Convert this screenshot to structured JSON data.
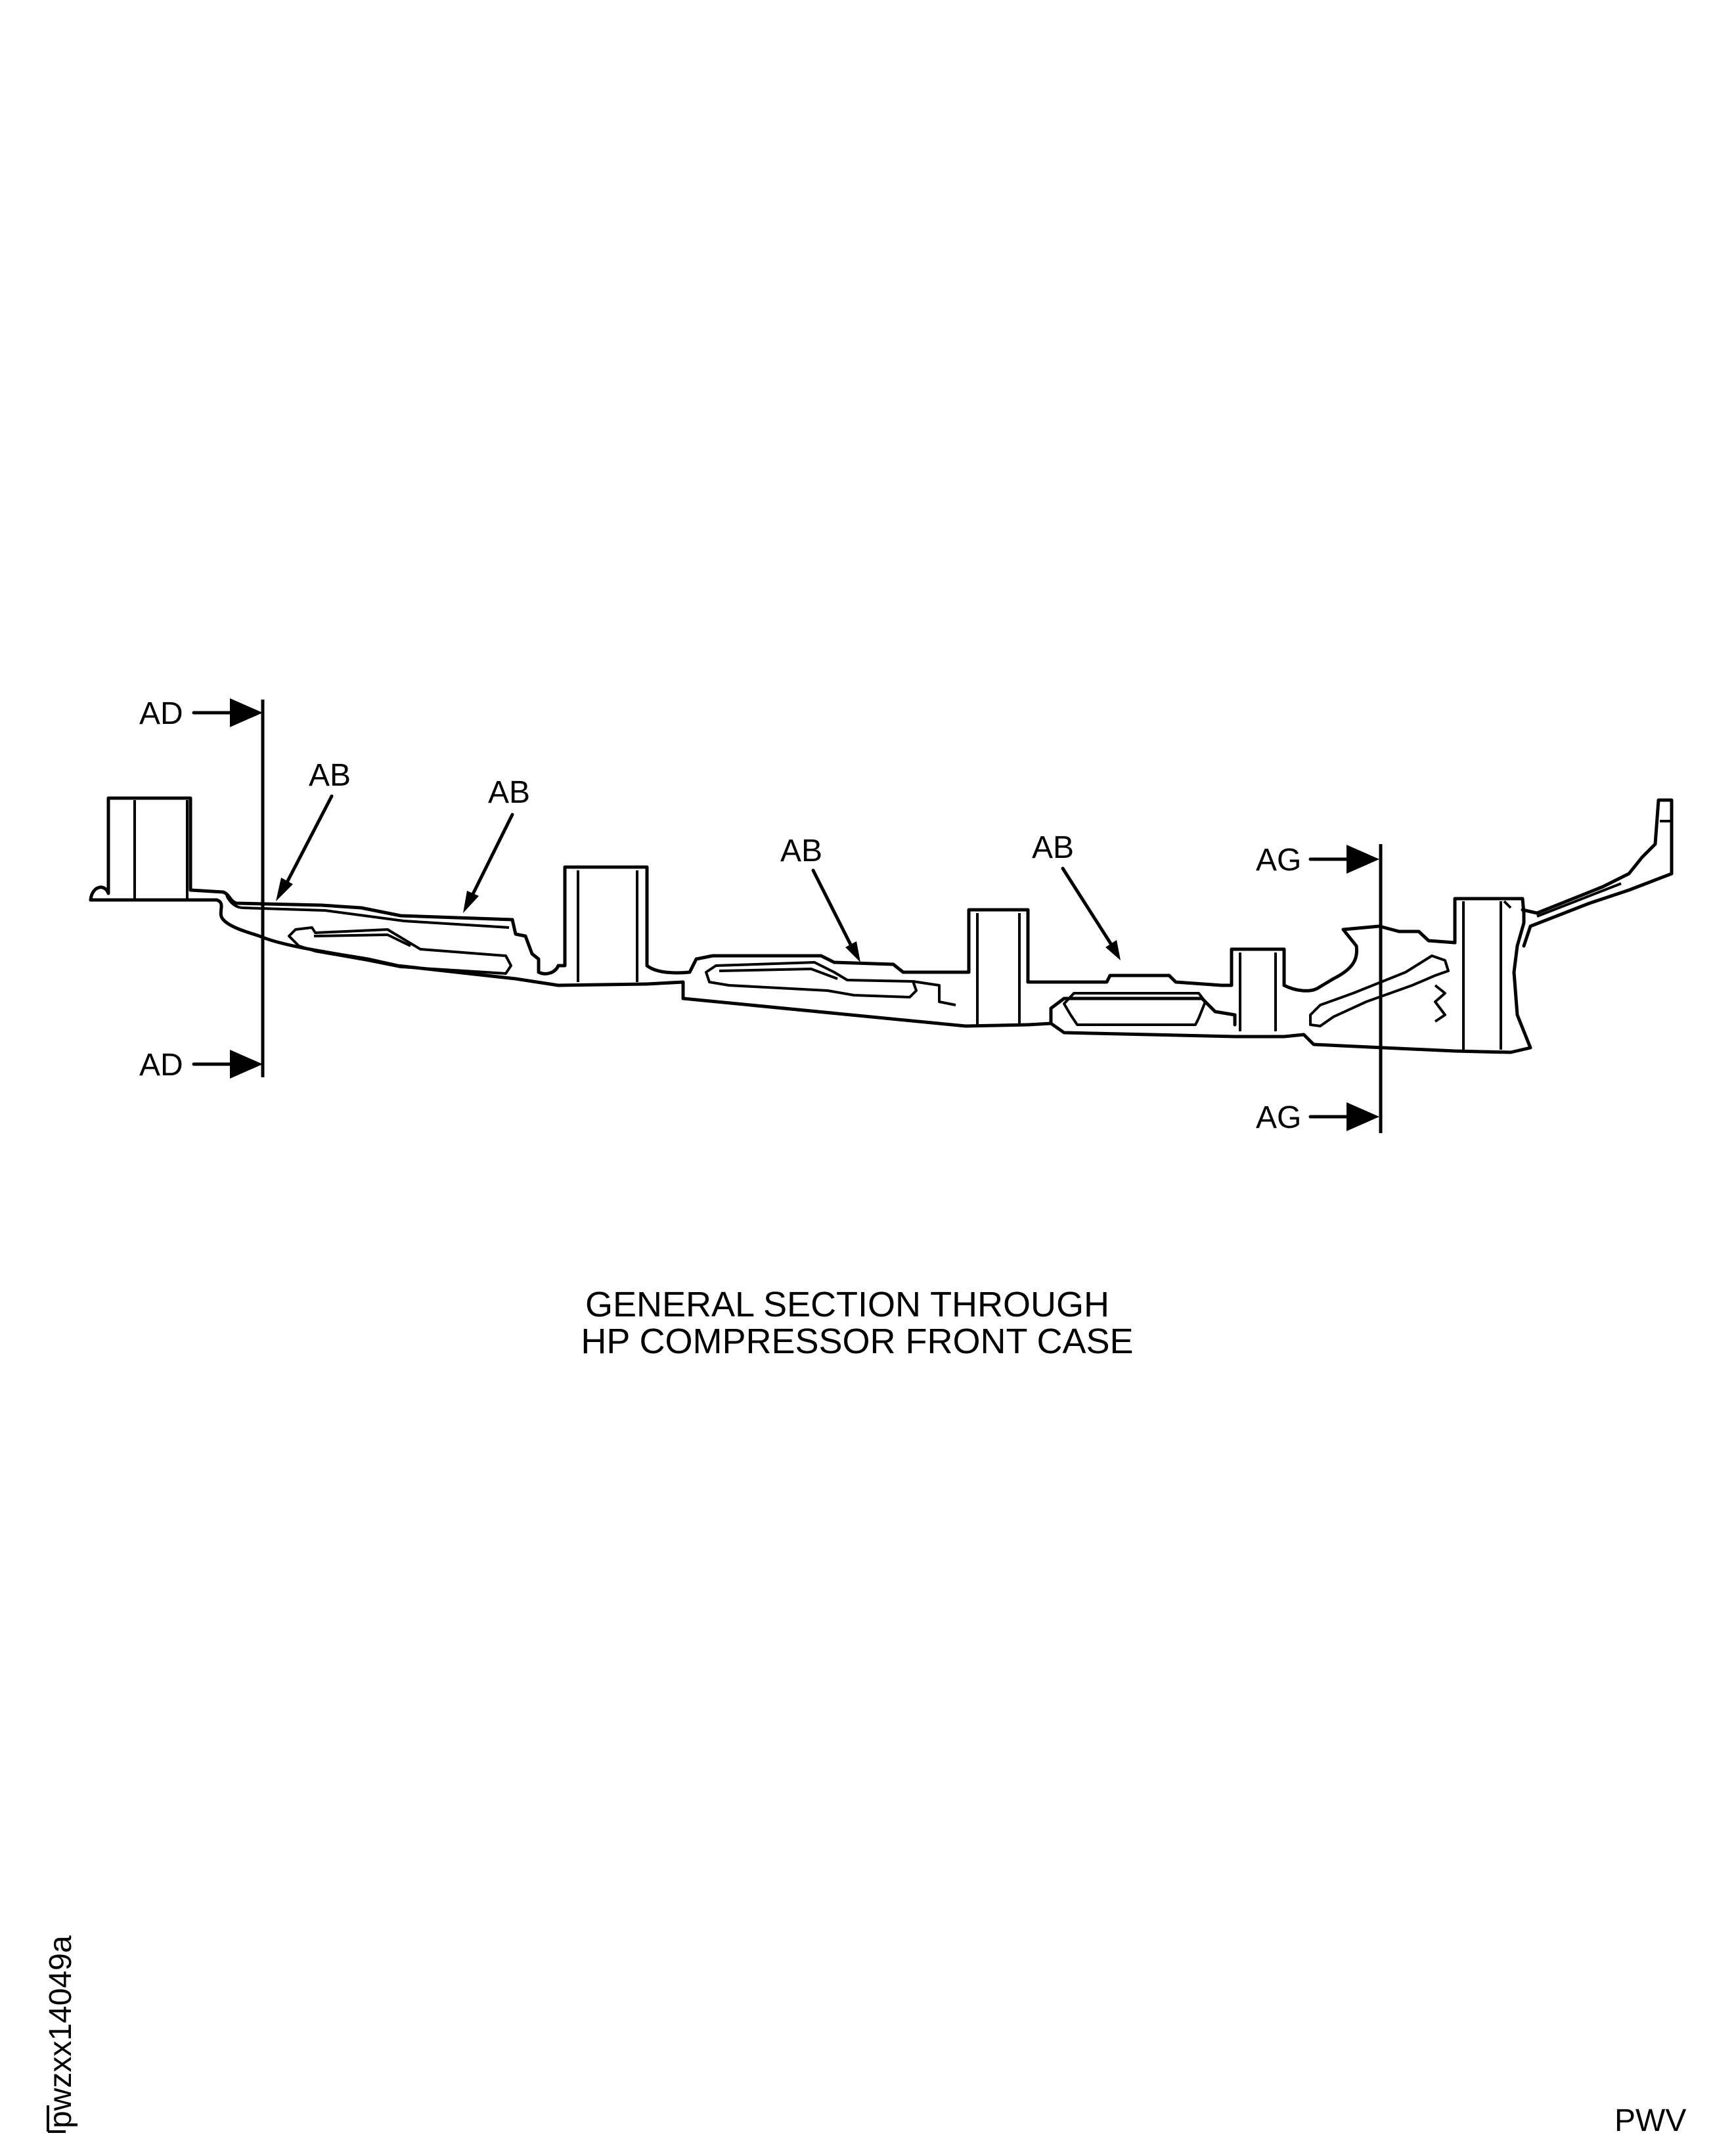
{
  "labels": {
    "section_ad_top": "AD",
    "section_ad_bottom": "AD",
    "section_ag_top": "AG",
    "section_ag_bottom": "AG",
    "callout_ab_1": "AB",
    "callout_ab_2": "AB",
    "callout_ab_3": "AB",
    "callout_ab_4": "AB"
  },
  "caption": {
    "line1": "GENERAL SECTION THROUGH",
    "line2": "HP COMPRESSOR FRONT CASE"
  },
  "figure_id": "pwzxx14049a",
  "corner_code": "PWV",
  "colors": {
    "ink": "#000000",
    "background": "#ffffff"
  }
}
